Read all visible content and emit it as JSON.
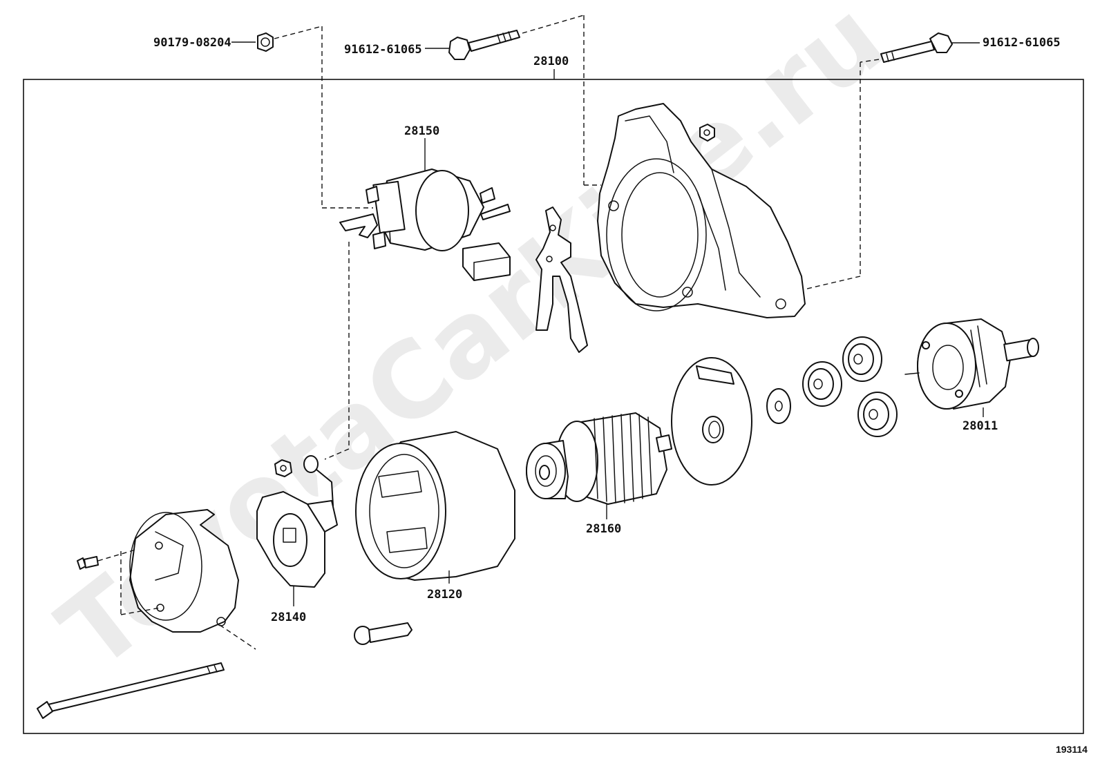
{
  "watermark": "ToyotaCarKine.ru",
  "figure_number": "193114",
  "labels": {
    "p90179": "90179-08204",
    "p91612_left": "91612-61065",
    "p91612_right": "91612-61065",
    "p28100": "28100",
    "p28150": "28150",
    "p28011": "28011",
    "p28160": "28160",
    "p28120": "28120",
    "p28140": "28140"
  }
}
